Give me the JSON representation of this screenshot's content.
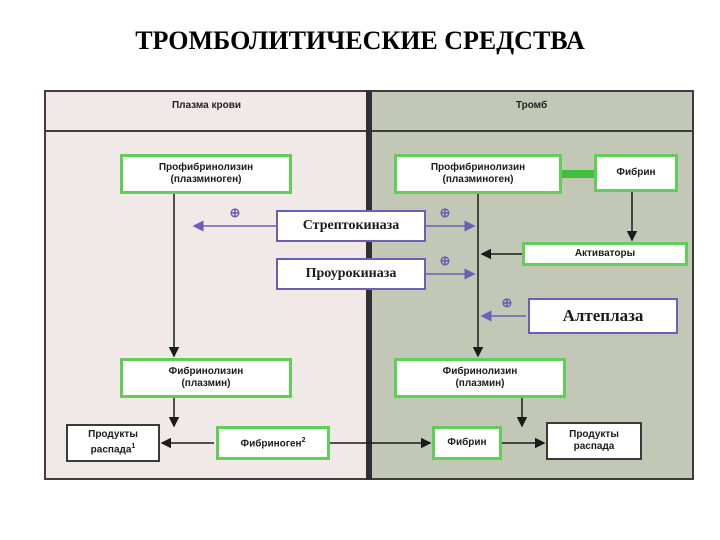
{
  "slide": {
    "title": "ТРОМБОЛИТИЧЕСКИЕ СРЕДСТВА"
  },
  "zones": {
    "plasma": "Плазма крови",
    "thrombus": "Тромб"
  },
  "left": {
    "profibrinolysin": "Профибринолизин\n(плазминоген)",
    "fibrinolysin": "Фибринолизин\n(плазмин)",
    "products": "Продукты\nраспада",
    "products_sup": "1",
    "fibrinogen": "Фибриноген",
    "fibrinogen_sup": "2"
  },
  "middle": {
    "streptokinase": "Стрептокиназа",
    "prourokinase": "Проурокиназа"
  },
  "right": {
    "profibrinolysin": "Профибринолизин\n(плазминоген)",
    "fibrin_top": "Фибрин",
    "activators": "Активаторы",
    "alteplase": "Алтеплаза",
    "fibrinolysin": "Фибринолизин\n(плазмин)",
    "fibrin_bottom": "Фибрин",
    "products": "Продукты\nраспада"
  },
  "symbols": {
    "plus": "⊕"
  },
  "colors": {
    "box_border": "#5fcf58",
    "arrow_purple": "#6d5fb8",
    "plasma_bg": "#f1e9e8",
    "thrombus_bg": "#c3c7b5"
  }
}
